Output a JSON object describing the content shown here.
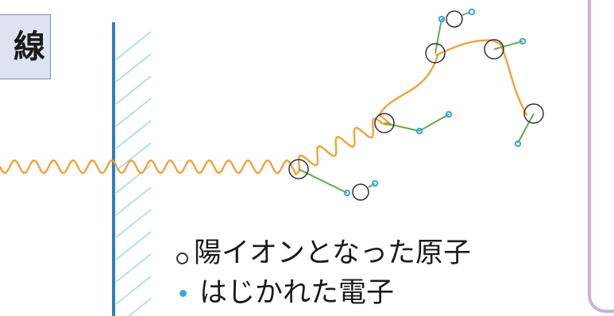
{
  "title": {
    "text": "線"
  },
  "legend": {
    "ion_label": "陽イオンとなった原子",
    "electron_label": "はじかれた電子"
  },
  "colors": {
    "wave": "#f0a035",
    "wall": "#2f7ec2",
    "hatch": "#a6d6ea",
    "bond": "#6aa84f",
    "electron": "#3da8dc",
    "ion_outline": "#333333",
    "title_bg": "#dde3f3",
    "title_border": "#7d8fc0",
    "panel_border": "#c9b0dd"
  },
  "icons": {
    "ion": "hollow-circle",
    "electron": "blue-dot"
  }
}
